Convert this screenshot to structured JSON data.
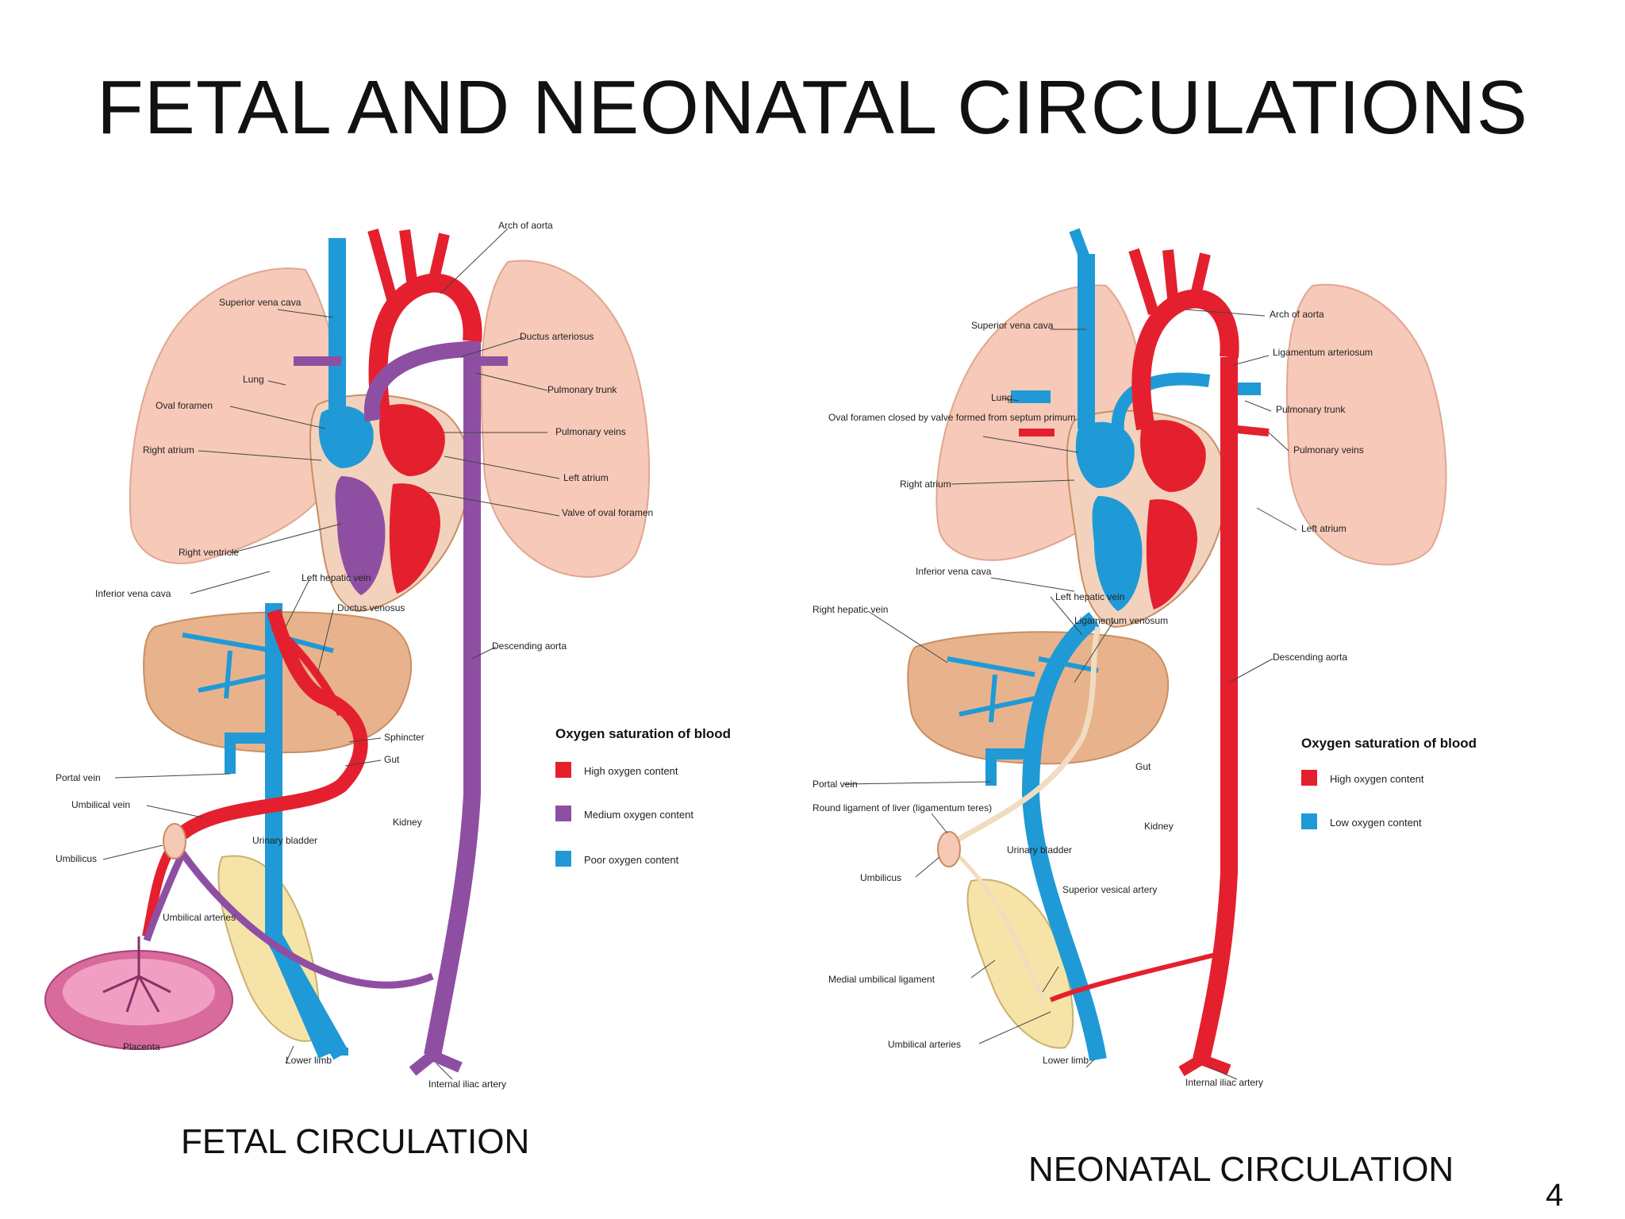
{
  "slide": {
    "title": "FETAL AND NEONATAL CIRCULATIONS",
    "page_number": "4"
  },
  "colors": {
    "high_oxygen": "#e4202e",
    "medium_oxygen": "#8e4fa3",
    "low_oxygen": "#1f9ad6",
    "lung": "#f7c9b8",
    "liver": "#e8b38c",
    "heart_wall": "#f3d2bd",
    "bladder": "#f6e3a8",
    "placenta": "#d96a9c"
  },
  "fetal": {
    "caption": "FETAL CIRCULATION",
    "labels": {
      "arch_of_aorta": "Arch of aorta",
      "superior_vena_cava": "Superior vena cava",
      "ductus_arteriosus": "Ductus arteriosus",
      "lung": "Lung",
      "pulmonary_trunk": "Pulmonary trunk",
      "oval_foramen": "Oval foramen",
      "pulmonary_veins": "Pulmonary veins",
      "right_atrium": "Right atrium",
      "left_atrium": "Left atrium",
      "valve_of_oval_foramen": "Valve of oval foramen",
      "right_ventricle": "Right ventricle",
      "inferior_vena_cava": "Inferior vena cava",
      "left_hepatic_vein": "Left hepatic vein",
      "ductus_venosus": "Ductus venosus",
      "descending_aorta": "Descending aorta",
      "sphincter": "Sphincter",
      "gut": "Gut",
      "portal_vein": "Portal vein",
      "umbilical_vein": "Umbilical vein",
      "kidney": "Kidney",
      "urinary_bladder": "Urinary bladder",
      "umbilicus": "Umbilicus",
      "umbilical_arteries": "Umbilical arteries",
      "placenta": "Placenta",
      "lower_limb": "Lower limb",
      "internal_iliac_artery": "Internal iliac artery"
    },
    "legend": {
      "title": "Oxygen saturation of blood",
      "items": [
        "High oxygen content",
        "Medium oxygen content",
        "Poor oxygen content"
      ]
    }
  },
  "neonatal": {
    "caption": "NEONATAL CIRCULATION",
    "labels": {
      "superior_vena_cava": "Superior vena cava",
      "arch_of_aorta": "Arch of aorta",
      "ligamentum_arteriosum": "Ligamentum arteriosum",
      "lung": "Lung",
      "oval_foramen_closed": "Oval foramen closed by valve formed from septum primum",
      "pulmonary_trunk": "Pulmonary trunk",
      "pulmonary_veins": "Pulmonary veins",
      "right_atrium": "Right atrium",
      "left_atrium": "Left atrium",
      "inferior_vena_cava": "Inferior vena cava",
      "left_hepatic_vein": "Left hepatic vein",
      "right_hepatic_vein": "Right hepatic vein",
      "ligamentum_venosum": "Ligamentum venosum",
      "descending_aorta": "Descending aorta",
      "gut": "Gut",
      "portal_vein": "Portal vein",
      "round_ligament": "Round ligament of liver (ligamentum teres)",
      "kidney": "Kidney",
      "urinary_bladder": "Urinary bladder",
      "umbilicus": "Umbilicus",
      "superior_vesical_artery": "Superior vesical artery",
      "medial_umbilical_ligament": "Medial umbilical ligament",
      "umbilical_arteries": "Umbilical arteries",
      "lower_limb": "Lower limb",
      "internal_iliac_artery": "Internal iliac artery"
    },
    "legend": {
      "title": "Oxygen saturation of blood",
      "items": [
        "High oxygen content",
        "Low oxygen content"
      ]
    }
  }
}
